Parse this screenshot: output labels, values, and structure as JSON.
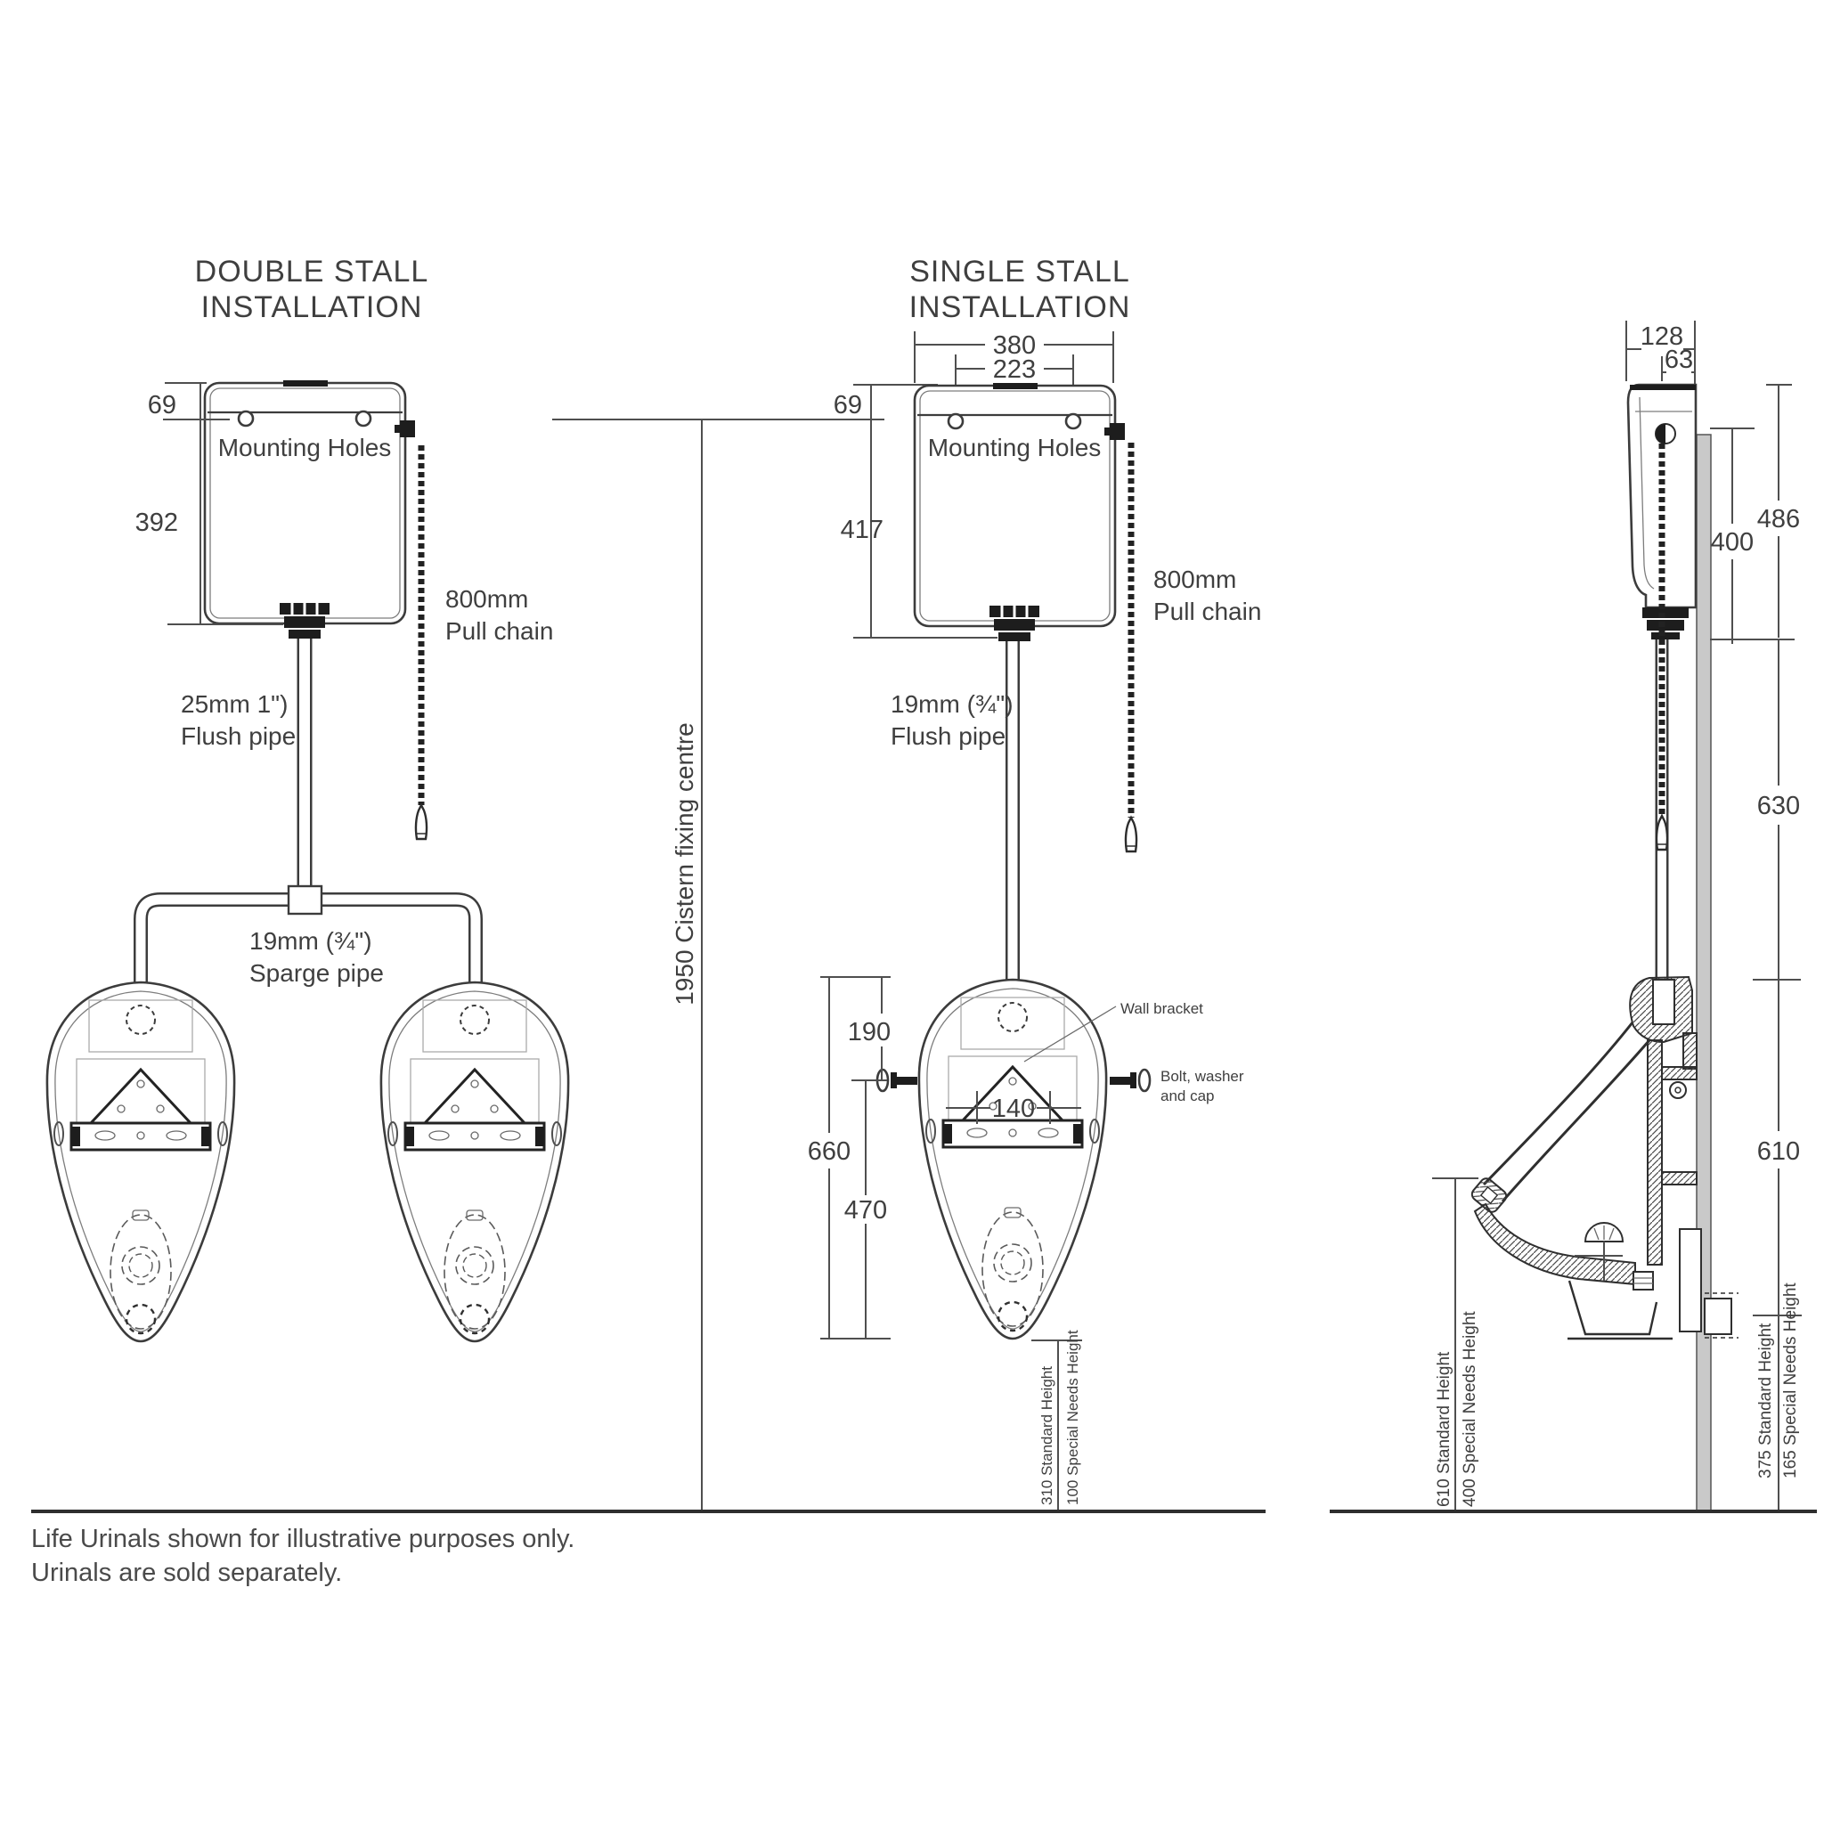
{
  "drawing": {
    "titles": {
      "double_line1": "DOUBLE STALL",
      "double_line2": "INSTALLATION",
      "single_line1": "SINGLE STALL",
      "single_line2": "INSTALLATION"
    },
    "labels": {
      "mounting_holes": "Mounting Holes",
      "flush_pipe_double_line1": "25mm 1\")",
      "flush_pipe_double_line2": "Flush pipe",
      "pull_chain_line1": "800mm",
      "pull_chain_line2": "Pull chain",
      "sparge_line1": "19mm (¾\")",
      "sparge_line2": "Sparge pipe",
      "flush_pipe_single_line1": "19mm (¾\")",
      "flush_pipe_single_line2": "Flush pipe",
      "wall_bracket": "Wall bracket",
      "bolt_line1": "Bolt, washer",
      "bolt_line2": "and cap",
      "cistern_fixing_centre": "1950 Cistern fixing centre",
      "h310": "310 Standard Height",
      "h100": "100 Special Needs Height",
      "h610": "610 Standard Height",
      "h400": "400 Special Needs Height",
      "h375": "375 Standard Height",
      "h165": "165 Special Needs Height"
    },
    "dimensions": {
      "d69_double": "69",
      "d392": "392",
      "d380": "380",
      "d223": "223",
      "d69_single": "69",
      "d417": "417",
      "d190": "190",
      "d660": "660",
      "d470": "470",
      "d140": "140",
      "d128": "128",
      "d63": "63",
      "d400": "400",
      "d486": "486",
      "d630": "630",
      "d610": "610"
    },
    "notes": {
      "line1": "Life Urinals shown for illustrative purposes only.",
      "line2": "Urinals are sold separately."
    },
    "colors": {
      "line": "#3f3f3f",
      "wall_fill": "#c9c9c9",
      "note_text": "#4a4a4a"
    }
  }
}
